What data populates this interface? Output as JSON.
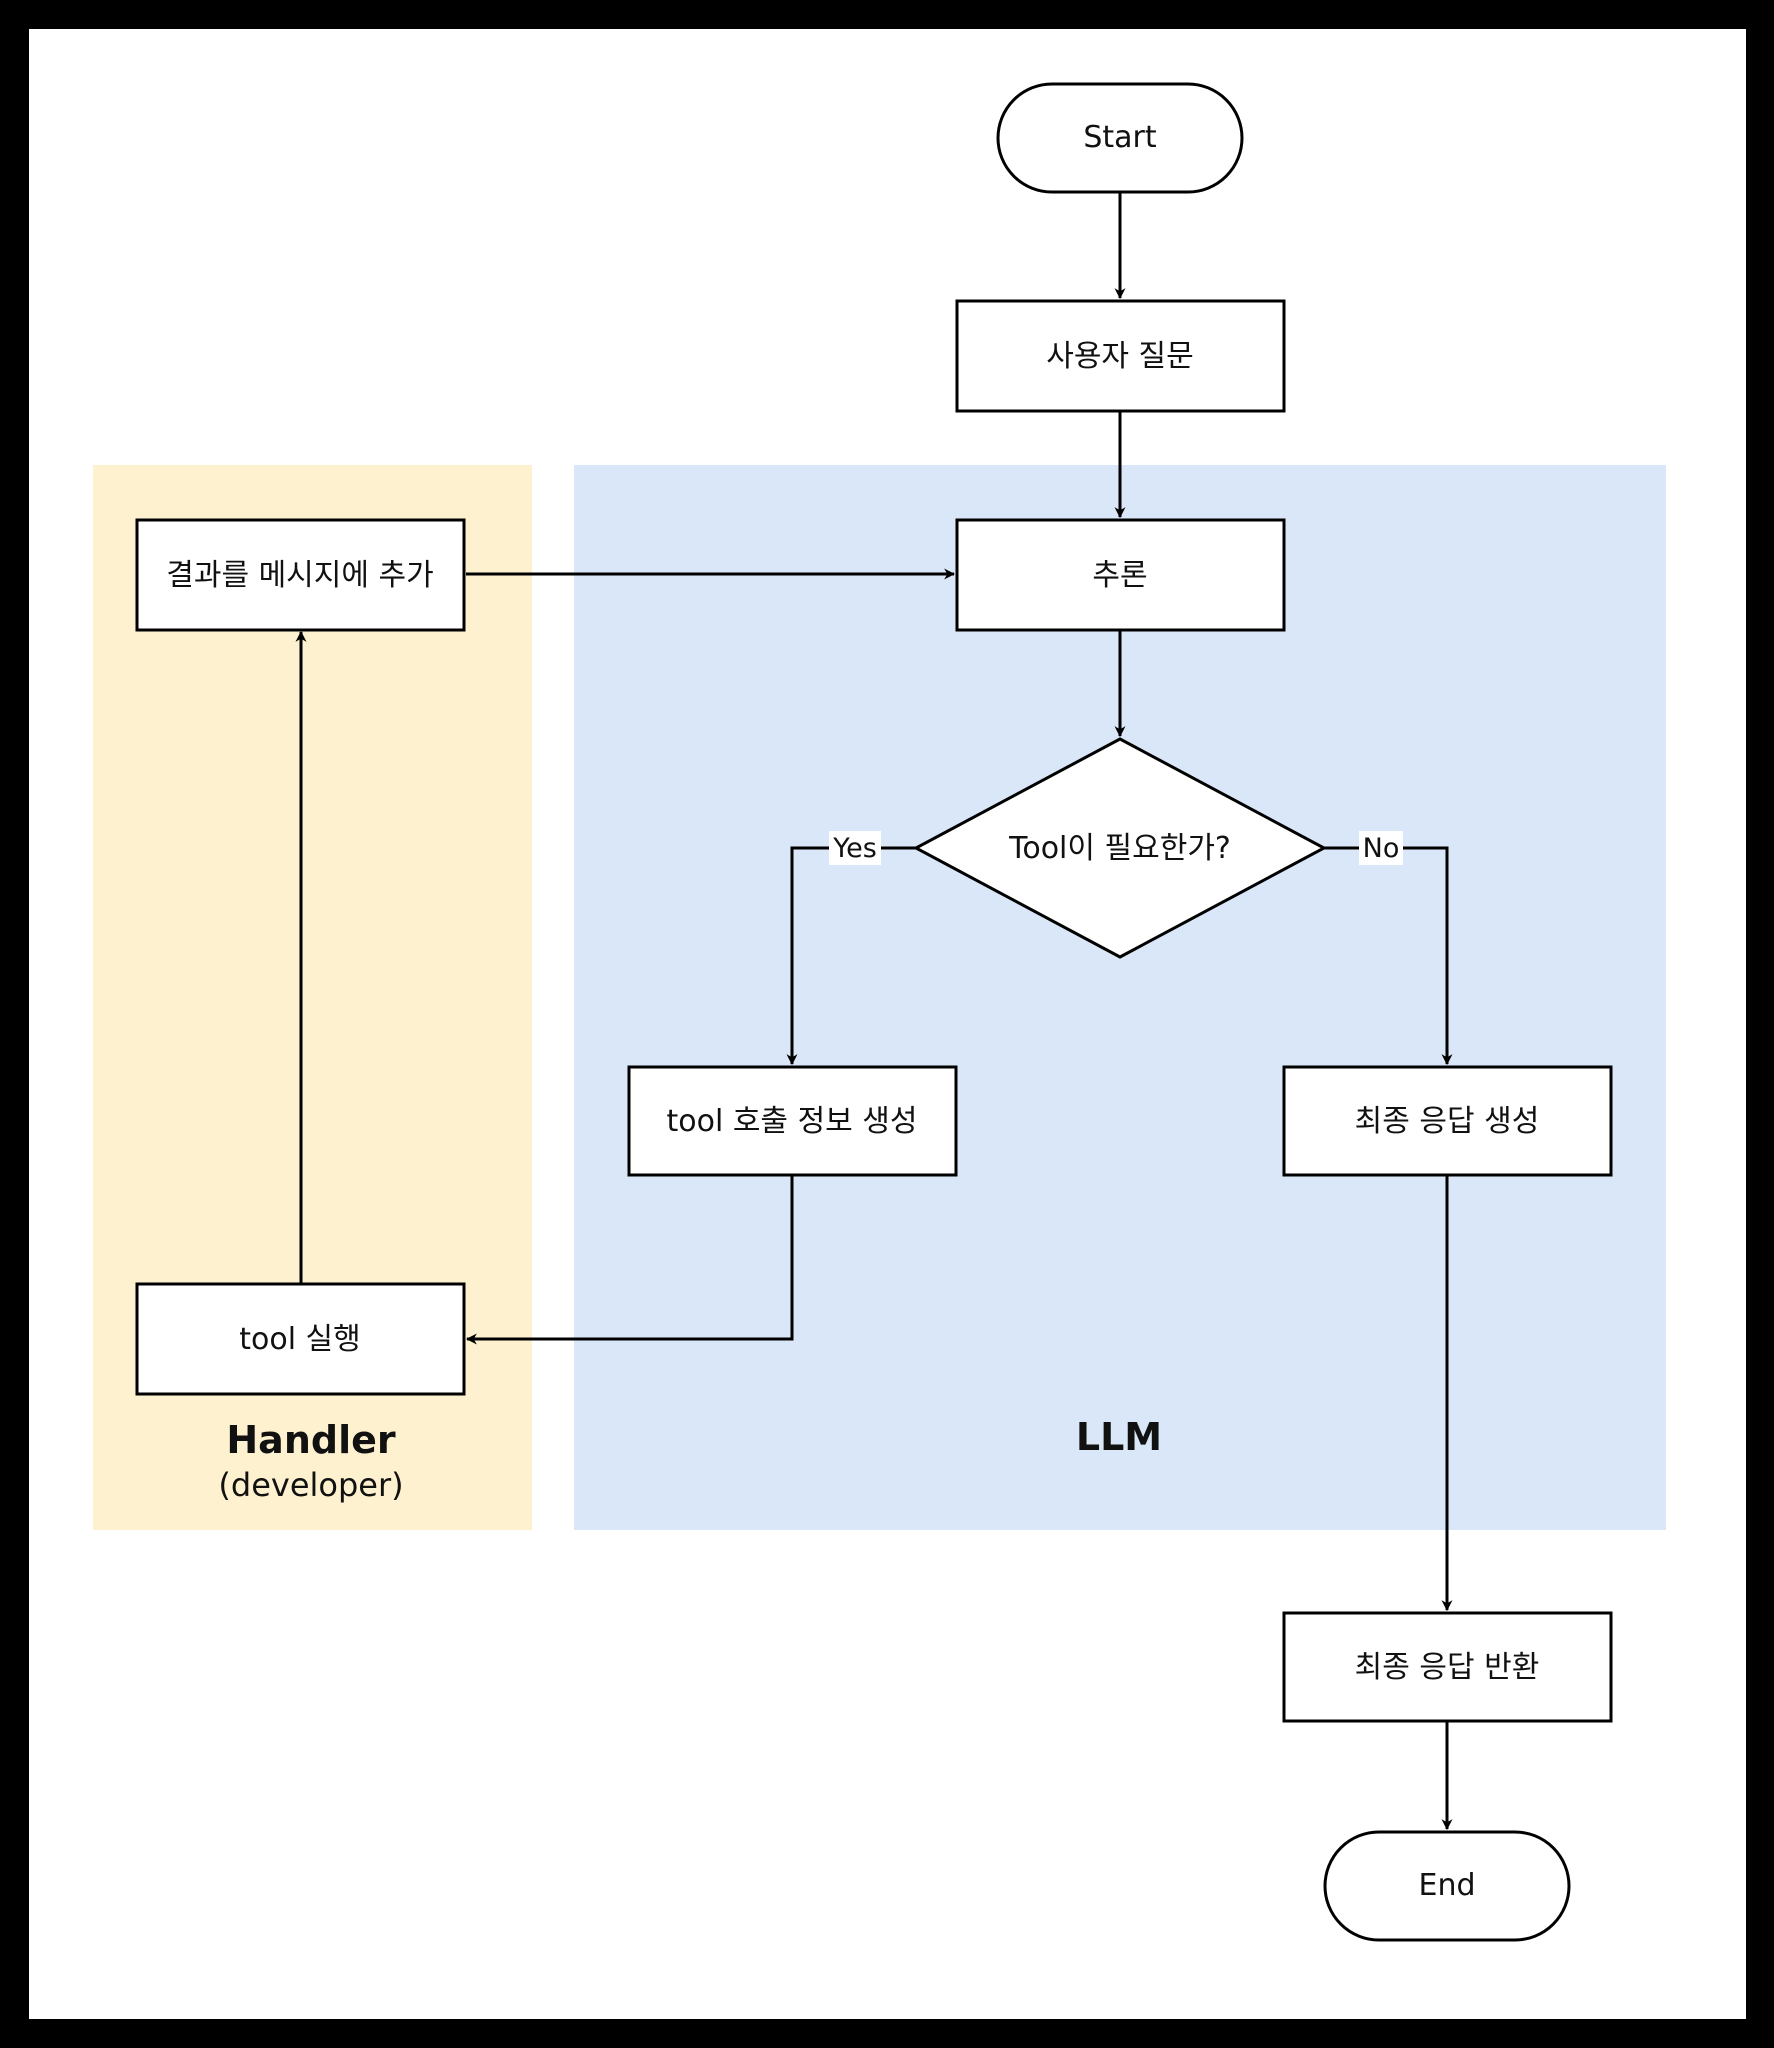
{
  "diagram": {
    "colors": {
      "frame": "#000000",
      "page": "#ffffff",
      "handler_lane": "#fdf1cf",
      "llm_lane": "#dae7f8",
      "stroke": "#000000"
    },
    "lanes": {
      "handler": {
        "title": "Handler",
        "subtitle": "(developer)"
      },
      "llm": {
        "title": "LLM"
      }
    },
    "nodes": {
      "start": "Start",
      "user_question": "사용자 질문",
      "reasoning": "추론",
      "decision": "Tool이 필요한가?",
      "tool_call_info": "tool 호출 정보 생성",
      "final_answer_gen": "최종 응답 생성",
      "tool_exec": "tool 실행",
      "add_result": "결과를 메시지에 추가",
      "final_answer_return": "최종 응답 반환",
      "end": "End"
    },
    "edge_labels": {
      "yes": "Yes",
      "no": "No"
    }
  }
}
